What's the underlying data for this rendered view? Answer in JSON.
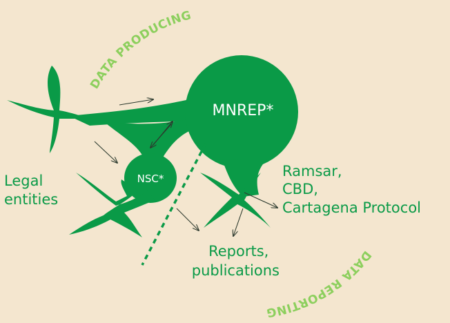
{
  "nodes": {
    "mnrep": "MNREP*",
    "nsc": "NSC*",
    "legal_entities": [
      "Legal",
      "entities"
    ],
    "conventions": [
      "Ramsar,",
      "CBD,",
      "Cartagena Protocol"
    ],
    "reports": [
      "Reports,",
      "publications"
    ]
  },
  "arcs": {
    "top": "DATA PRODUCING",
    "bottom": "DATA REPORTING"
  },
  "colors": {
    "background": "#f4e6cf",
    "primary_green": "#0a9a47",
    "arc_green": "#8ccf5d",
    "arrow": "#2c3a2e"
  }
}
